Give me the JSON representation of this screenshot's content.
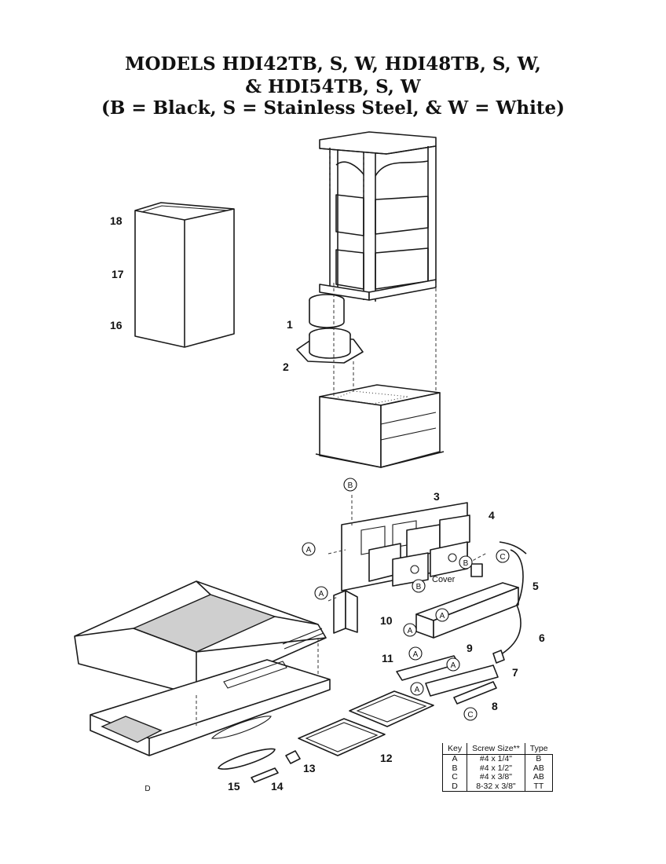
{
  "title": {
    "line1": "MODELS HDI42TB, S, W, HDI48TB, S, W,",
    "line2": "& HDI54TB, S, W",
    "line3": "(B = Black, S = Stainless Steel, & W = White)"
  },
  "callouts": [
    "1",
    "2",
    "3",
    "4",
    "5",
    "6",
    "7",
    "8",
    "9",
    "10",
    "11",
    "12",
    "13",
    "14",
    "15",
    "16",
    "17",
    "18"
  ],
  "screw_letters": {
    "A": "A",
    "B": "B",
    "C": "C",
    "D": "D"
  },
  "cover_label": "Cover",
  "screw_table": {
    "headers": {
      "key": "Key",
      "size": "Screw Size**",
      "type": "Type"
    },
    "rows": [
      {
        "key": "A",
        "size": "#4 x 1/4\"",
        "type": "B"
      },
      {
        "key": "B",
        "size": "#4 x 1/2\"",
        "type": "AB"
      },
      {
        "key": "C",
        "size": "#4 x 3/8\"",
        "type": "AB"
      },
      {
        "key": "D",
        "size": "8-32 x 3/8\"",
        "type": "TT"
      }
    ]
  }
}
